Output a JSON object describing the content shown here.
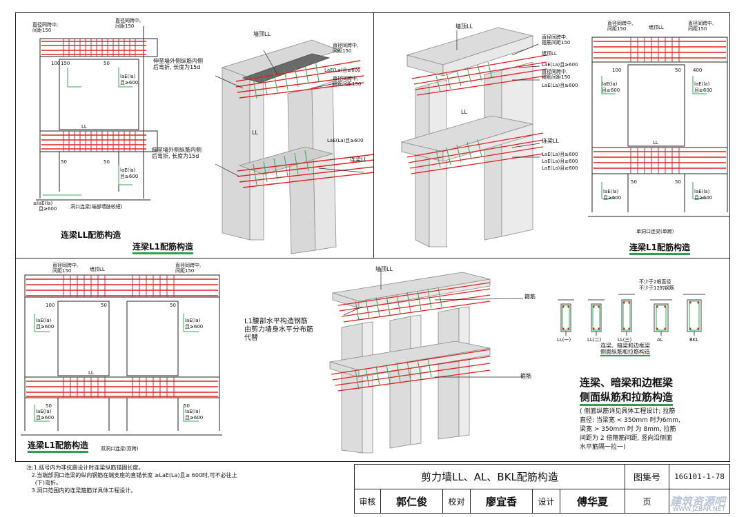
{
  "panels": {
    "top_left": {
      "title": "连梁LL配筋构造",
      "sub_title": "连梁L1配筋构造",
      "labels": {
        "wall_top_LL": "墙顶LL",
        "ll": "LL",
        "mid_span": "直径同跨中,\n间距150",
        "mid_span2": "直径同跨中,\n间距150",
        "side_note1": "伸至墙外侧纵筋内侧\n后弯折, 长度为15d",
        "side_note2": "伸至墙外侧纵筋内侧\n后弯折, 长度为15d",
        "lae_600_a": "LaE(La)且≥600",
        "lae_600_b": "LaE(La)且≥600",
        "mid_span3": "直径同跨中,\n箍筋间距150",
        "lae": "laE(la)",
        "ge600": "且≥600",
        "d100": "100",
        "d50": "50",
        "d150": "150",
        "lae_bottom": "≥laE(la)",
        "ge600b": "且≥600",
        "caption_small": "洞口连梁(端部墙肢较短)",
        "left_vertical": "伸至墙外侧纵筋内侧后弯折, 长度为15d",
        "lianliang_ll": "连梁LL"
      }
    },
    "top_right": {
      "title": "连梁L1配筋构造",
      "labels": {
        "wall_top_LL": "墙顶LL",
        "wall_top_LL2": "墙顶LL",
        "mid_span": "直径同跨中,\n箍筋间距150",
        "lae_600_1": "LaE(La)且≥600",
        "mid_span2": "直径同跨中,\n箍筋间距150",
        "lae_600_2": "LaE(La)且≥600",
        "ll": "LL",
        "lianliang": "连梁LL",
        "lae_600_3": "LaE(La)且≥600",
        "lae_600_4": "LaE(La)且≥600",
        "lae_600_5": "LaE(La)且≥600",
        "rt_mid1": "直径同跨中,\n间距150",
        "rt_mid2": "直径同跨中,\n间距150",
        "rt_wall": "墙顶LL",
        "d100": "100",
        "d50": "50",
        "d400": "400",
        "lae": "laE(la)",
        "ge600": "且≥600",
        "single": "单洞口连梁(单跨)"
      }
    },
    "bottom_left": {
      "title": "连梁L1配筋构造",
      "caption_small": "双洞口连梁(双跨)",
      "labels": {
        "mid_span": "直径同跨中,\n间距150",
        "wall_top_LL": "墙顶LL",
        "mid_span2": "直径同跨中,\n间距150",
        "d100": "100",
        "d50": "50",
        "lae": "laE(la)",
        "ge600": "且≥600",
        "ll": "LL"
      }
    },
    "bottom_right": {
      "labels": {
        "wall_top_LL": "墙顶LL",
        "stirrup1": "箍筋",
        "stirrup2": "箍筋",
        "l1_note": "L1腰部水平构造钢筋\n由剪力墙身水平分布筋\n代替",
        "sec_ll1": "LL(一)",
        "sec_ll2": "LL(二)",
        "sec_ll3": "LL(三)",
        "sec_al": "AL",
        "sec_bkl": "BKL",
        "min_note1": "不少于2根直径",
        "min_note2": "不少于12的钢筋",
        "sec_caption": "连梁、暗梁和边框梁\n侧面纵筋和拉筋构造",
        "big_title1": "连梁、暗梁和边框梁",
        "big_title2": "侧面纵筋和拉筋构造",
        "desc": "( 侧面纵筋详见具体工程设计; 拉筋\n直径: 当梁宽 < 350mm 时为6mm,\n梁宽 > 350mm 时 为 8mm, 拉筋\n间距为 2 倍箍筋间距, 竖向沿侧面\n水平筋隔一拉一)"
      }
    }
  },
  "notes": "注:1.括号内为非抗震设计时连梁纵筋锚固长度。\n   2.当端部洞口连梁的纵向钢筋在端支座的直锚长度 ≥LaE(La)且≥ 600时,可不必往上\n     (下)弯折。\n   3.洞口范围内的连梁箍筋详具体工程设计。",
  "title_block": {
    "drawing_title": "剪力墙LL、AL、BKL配筋构造",
    "atlas_label": "图集号",
    "atlas_no": "16G101-1-78",
    "review_label": "审核",
    "reviewer": "郭仁俊",
    "check_label": "校对",
    "checker": "廖宜香",
    "design_label": "设计",
    "designer": "傅华夏",
    "page_label": "页",
    "watermark": "建筑资源吧",
    "watermark_url": "WWW.JZBAR.NET"
  },
  "colors": {
    "rebar": "#e02020",
    "stirrup": "#2fa84f",
    "concrete": "#c8c8c8",
    "line": "#222222",
    "underline": "#2e9e4e"
  }
}
